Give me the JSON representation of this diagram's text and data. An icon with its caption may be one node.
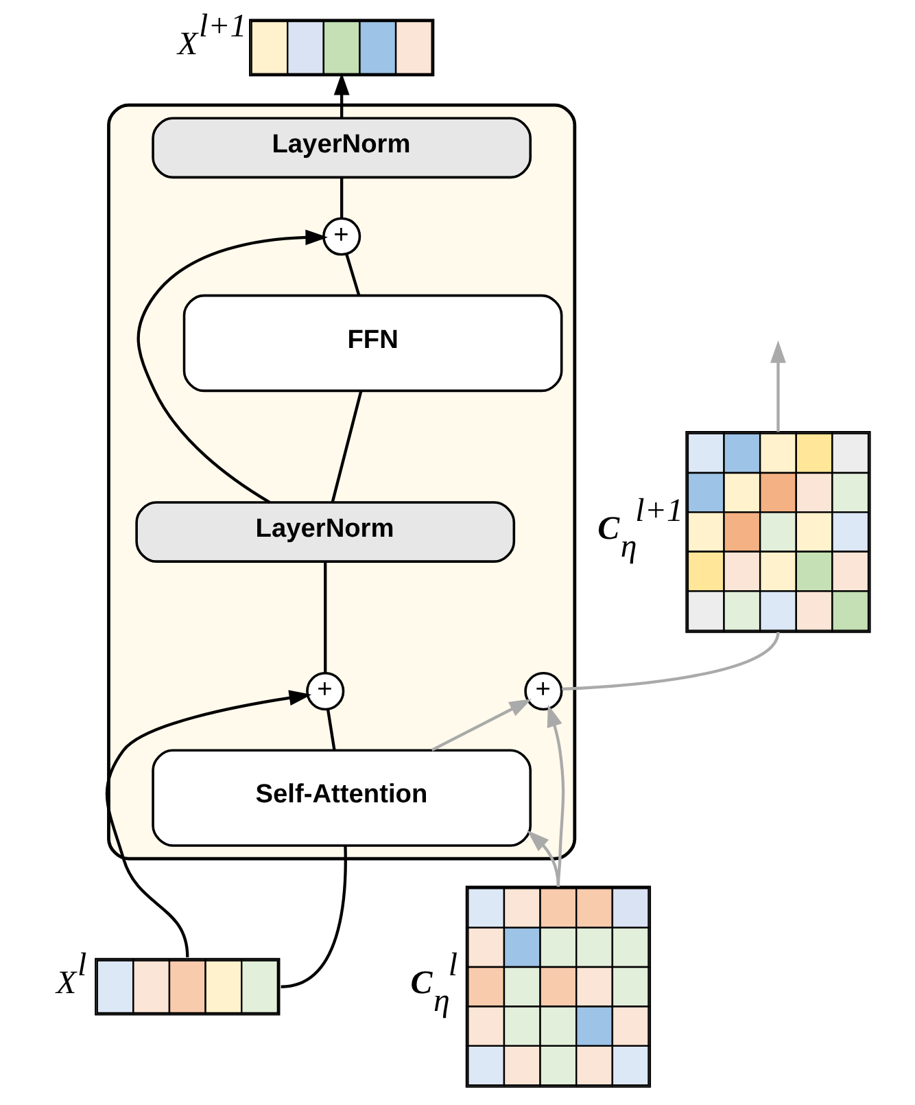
{
  "diagram": {
    "nodes": [
      {
        "text": [],
        "shape": "box"
      },
      {
        "text": [
          "LayerNorm"
        ],
        "in": 0
      },
      {
        "text": [
          "+"
        ],
        "in": 0
      },
      {
        "text": [
          "FFN"
        ],
        "in": 0
      },
      {
        "text": [
          "LayerNorm"
        ],
        "in": 0
      },
      {
        "text": [
          "+"
        ],
        "in": 0
      },
      {
        "text": [
          "Self-Attention"
        ],
        "in": 0
      },
      {
        "text": [
          "+"
        ],
        "in": 0
      },
      {
        "text": [],
        "shape": "grid",
        "beside": [
          "X$^{l+1}$"
        ]
      },
      {
        "text": [],
        "shape": "grid",
        "beside": [
          "X$^{l}$"
        ]
      },
      {
        "text": [],
        "shape": "grid",
        "beside": [
          "**C**$_{η}$$^{l+1}$"
        ]
      },
      {
        "text": [],
        "shape": "grid",
        "beside": [
          "**C**$_{η}$$^{l}$"
        ]
      }
    ],
    "edges": [
      {
        "from": 9,
        "to": 6,
        "arrow": "none"
      },
      {
        "from": 9,
        "to": 5,
        "arrow": "to"
      },
      {
        "from": 6,
        "to": 5,
        "arrow": "none"
      },
      {
        "from": 5,
        "to": 4,
        "arrow": "none"
      },
      {
        "from": 4,
        "to": 3,
        "arrow": "none"
      },
      {
        "from": 4,
        "to": 2,
        "arrow": "to"
      },
      {
        "from": 3,
        "to": 2,
        "arrow": "none"
      },
      {
        "from": 2,
        "to": 1,
        "arrow": "none"
      },
      {
        "from": 1,
        "to": 8,
        "arrow": "to"
      },
      {
        "from": 6,
        "to": 7,
        "arrow": "to",
        "color": "#aaaaaa"
      },
      {
        "from": 11,
        "to": 7,
        "arrow": "to",
        "color": "#aaaaaa"
      },
      {
        "from": 11,
        "to": 6,
        "arrow": "to",
        "color": "#aaaaaa"
      },
      {
        "from": 7,
        "to": 10,
        "arrow": "none",
        "color": "#aaaaaa"
      },
      {
        "from": 10,
        "to": null,
        "arrow": "to",
        "color": "#aaaaaa"
      }
    ]
  }
}
